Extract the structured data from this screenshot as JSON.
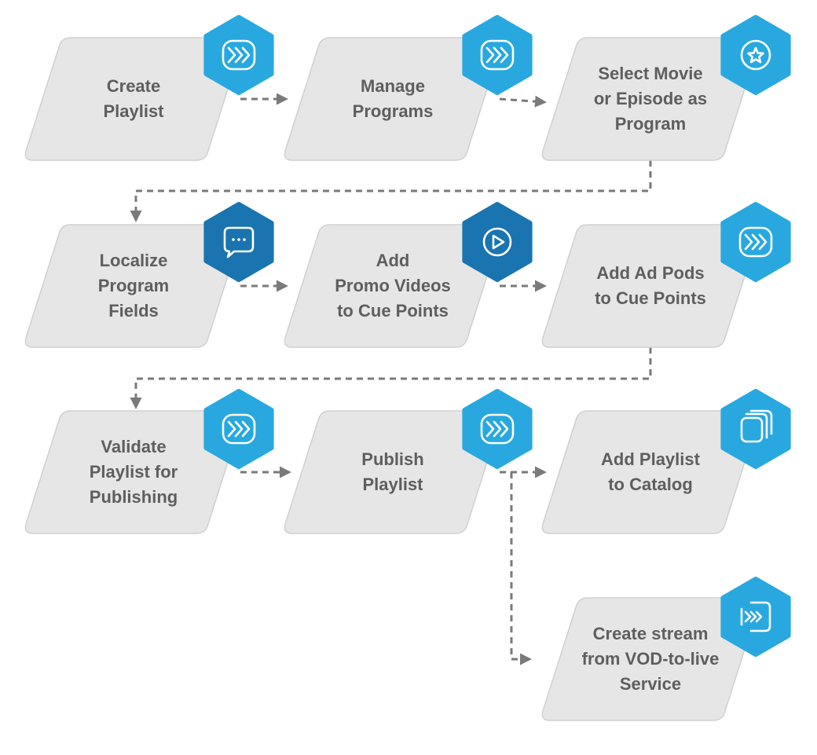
{
  "colors": {
    "box_fill": "#e6e6e6",
    "box_stroke": "#d0d0d0",
    "text": "#5e5e5e",
    "connector": "#7a7a7a",
    "badge_light": "#29a8e0",
    "badge_dark": "#1a74b0",
    "icon_stroke": "#ffffff"
  },
  "steps": [
    {
      "id": "create-playlist",
      "label": "Create\nPlaylist",
      "icon": "chevrons-right-icon",
      "badge": "light"
    },
    {
      "id": "manage-programs",
      "label": "Manage\nPrograms",
      "icon": "chevrons-right-icon",
      "badge": "light"
    },
    {
      "id": "select-movie-or-episode",
      "label": "Select Movie\nor Episode as\nProgram",
      "icon": "star-icon",
      "badge": "light"
    },
    {
      "id": "localize-program-fields",
      "label": "Localize\nProgram\nFields",
      "icon": "chat-bubble-icon",
      "badge": "dark"
    },
    {
      "id": "add-promo-videos",
      "label": "Add\nPromo Videos\nto Cue Points",
      "icon": "play-icon",
      "badge": "dark"
    },
    {
      "id": "add-ad-pods",
      "label": "Add Ad Pods\nto Cue Points",
      "icon": "chevrons-right-icon",
      "badge": "light"
    },
    {
      "id": "validate-playlist",
      "label": "Validate\nPlaylist for\nPublishing",
      "icon": "chevrons-right-icon",
      "badge": "light"
    },
    {
      "id": "publish-playlist",
      "label": "Publish\nPlaylist",
      "icon": "chevrons-right-icon",
      "badge": "light"
    },
    {
      "id": "add-playlist-to-catalog",
      "label": "Add Playlist\nto Catalog",
      "icon": "stacked-cards-icon",
      "badge": "light"
    },
    {
      "id": "create-stream-vod-to-live",
      "label": "Create stream\nfrom VOD-to-live\nService",
      "icon": "stream-chevrons-icon",
      "badge": "light"
    }
  ],
  "connections": [
    {
      "from": "create-playlist",
      "to": "manage-programs"
    },
    {
      "from": "manage-programs",
      "to": "select-movie-or-episode"
    },
    {
      "from": "select-movie-or-episode",
      "to": "localize-program-fields"
    },
    {
      "from": "localize-program-fields",
      "to": "add-promo-videos"
    },
    {
      "from": "add-promo-videos",
      "to": "add-ad-pods"
    },
    {
      "from": "add-ad-pods",
      "to": "validate-playlist"
    },
    {
      "from": "validate-playlist",
      "to": "publish-playlist"
    },
    {
      "from": "publish-playlist",
      "to": "add-playlist-to-catalog"
    },
    {
      "from": "publish-playlist",
      "to": "create-stream-vod-to-live"
    }
  ]
}
